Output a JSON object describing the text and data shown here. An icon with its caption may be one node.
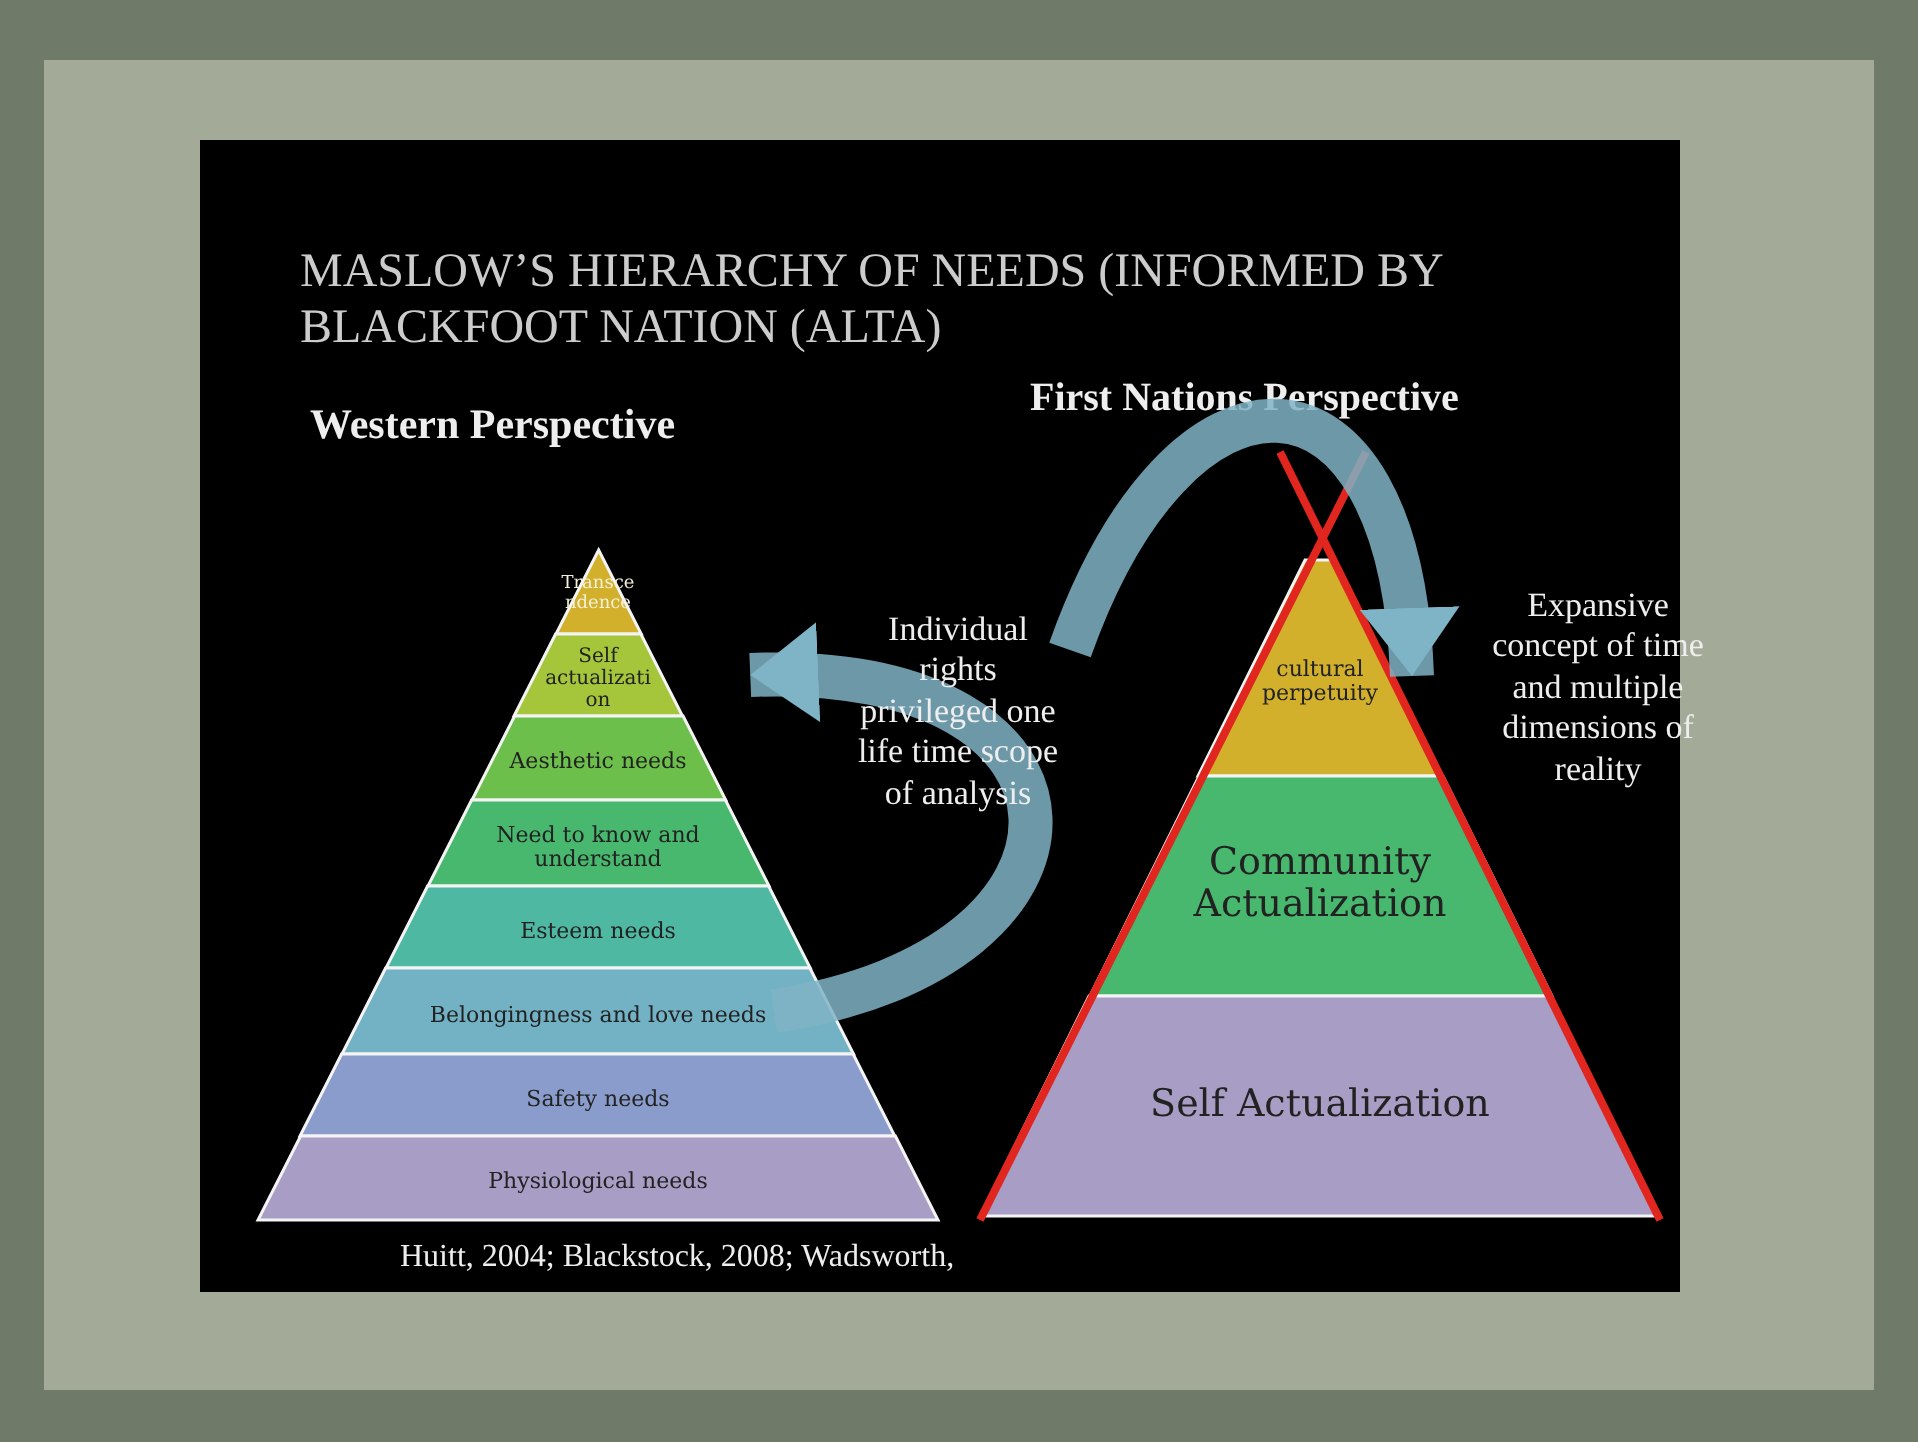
{
  "diagram": {
    "title": "MASLOW’S HIERARCHY OF NEEDS (INFORMED BY BLACKFOOT NATION (ALTA)",
    "nodes": [
      {
        "text": [
          "Transcendence"
        ]
      },
      {
        "text": [
          "Self actualization"
        ]
      },
      {
        "text": [
          "Aesthetic needs"
        ]
      },
      {
        "text": [
          "Need to know and understand"
        ]
      },
      {
        "text": [
          "Esteem needs"
        ]
      },
      {
        "text": [
          "Belongingness and love needs"
        ]
      },
      {
        "text": [
          "Safety needs"
        ]
      },
      {
        "text": [
          "Physiological needs"
        ]
      },
      {
        "text": [
          "Individual rights privileged one life time scope of analysis"
        ]
      },
      {
        "text": [
          "cultural perpetuity"
        ]
      },
      {
        "text": [
          "Community Actualization"
        ]
      },
      {
        "text": [
          "Self Actualization"
        ]
      },
      {
        "text": [
          "Expansive concept of time and multiple dimensions of reality"
        ]
      }
    ],
    "edges": [
      {
        "from": 5,
        "to": 1,
        "arrow": "to"
      },
      {
        "from": 8,
        "to": 12,
        "arrow": "to"
      }
    ],
    "labels": [
      "Western Perspective",
      "First Nations Perspective",
      "Huitt, 2004; Blackstock, 2008; Wadsworth,"
    ]
  }
}
